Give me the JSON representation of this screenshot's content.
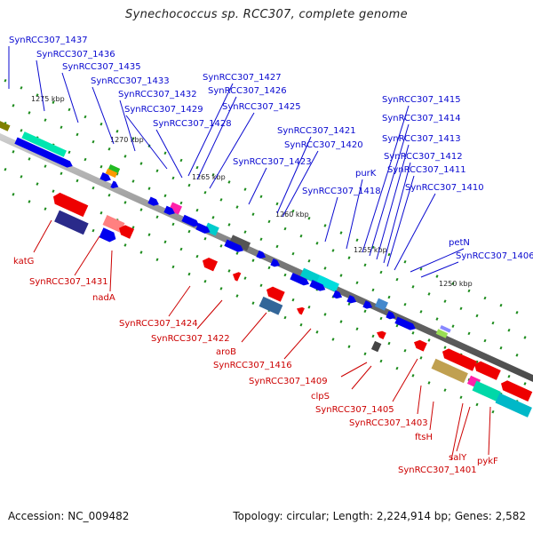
{
  "title": "Synechococcus sp. RCC307, complete genome",
  "footer": {
    "accession": "Accession: NC_009482",
    "topology": "Topology: circular; Length: 2,224,914 bp; Genes: 2,582"
  },
  "scale_labels": [
    "1275 kbp",
    "1270 kbp",
    "1265 kbp",
    "1260 kbp",
    "1255 kbp",
    "1250 kbp"
  ],
  "top_genes": [
    "SynRCC307_1437",
    "SynRCC307_1436",
    "SynRCC307_1435",
    "SynRCC307_1433",
    "SynRCC307_1432",
    "SynRCC307_1429",
    "SynRCC307_1428",
    "SynRCC307_1427",
    "SynRCC307_1426",
    "SynRCC307_1425",
    "SynRCC307_1423",
    "SynRCC307_1421",
    "SynRCC307_1420",
    "SynRCC307_1418",
    "purK",
    "SynRCC307_1415",
    "SynRCC307_1414",
    "SynRCC307_1413",
    "SynRCC307_1412",
    "SynRCC307_1411",
    "SynRCC307_1410",
    "petN",
    "SynRCC307_1406"
  ],
  "bottom_genes": [
    "katG",
    "SynRCC307_1431",
    "nadA",
    "SynRCC307_1424",
    "SynRCC307_1422",
    "aroB",
    "SynRCC307_1416",
    "SynRCC307_1409",
    "clpS",
    "SynRCC307_1405",
    "SynRCC307_1403",
    "ftsH",
    "SynRCC307_1401",
    "salY",
    "pykF"
  ],
  "colors": {
    "forward_label": "#0a0ad0",
    "reverse_label": "#cc0000",
    "forward_gene": "#0000ee",
    "reverse_gene": "#ee0000",
    "backbone": "#8a8a8a",
    "tick": "#1a8a1a"
  }
}
